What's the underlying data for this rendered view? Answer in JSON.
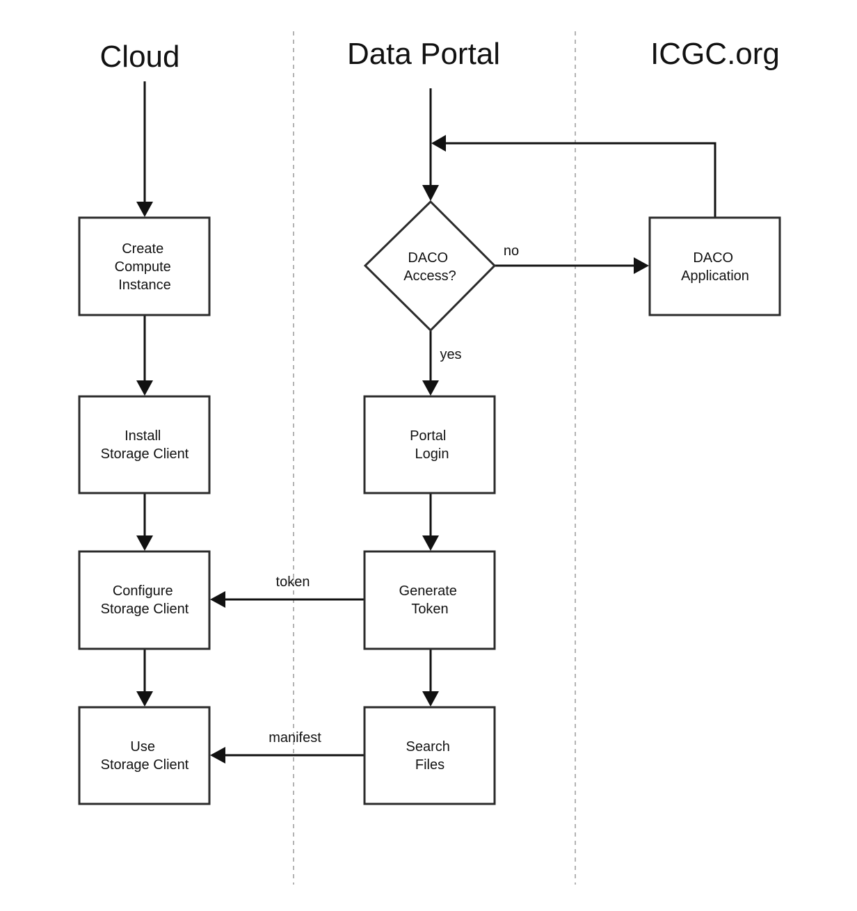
{
  "lanes": {
    "cloud": "Cloud",
    "data_portal": "Data Portal",
    "icgc": "ICGC.org"
  },
  "nodes": {
    "create_compute": [
      "Create",
      "Compute",
      "Instance"
    ],
    "install_client": [
      "Install",
      "Storage Client"
    ],
    "configure_client": [
      "Configure",
      "Storage Client"
    ],
    "use_client": [
      "Use",
      "Storage Client"
    ],
    "daco_access": [
      "DACO",
      "Access?"
    ],
    "portal_login": [
      "Portal",
      "Login"
    ],
    "generate_token": [
      "Generate",
      "Token"
    ],
    "search_files": [
      "Search",
      "Files"
    ],
    "daco_application": [
      "DACO",
      "Application"
    ]
  },
  "edge_labels": {
    "no": "no",
    "yes": "yes",
    "token": "token",
    "manifest": "manifest"
  },
  "colors": {
    "stroke": "#2b2b2b",
    "divider": "#9a9a9a",
    "text": "#111111",
    "background": "#ffffff"
  }
}
